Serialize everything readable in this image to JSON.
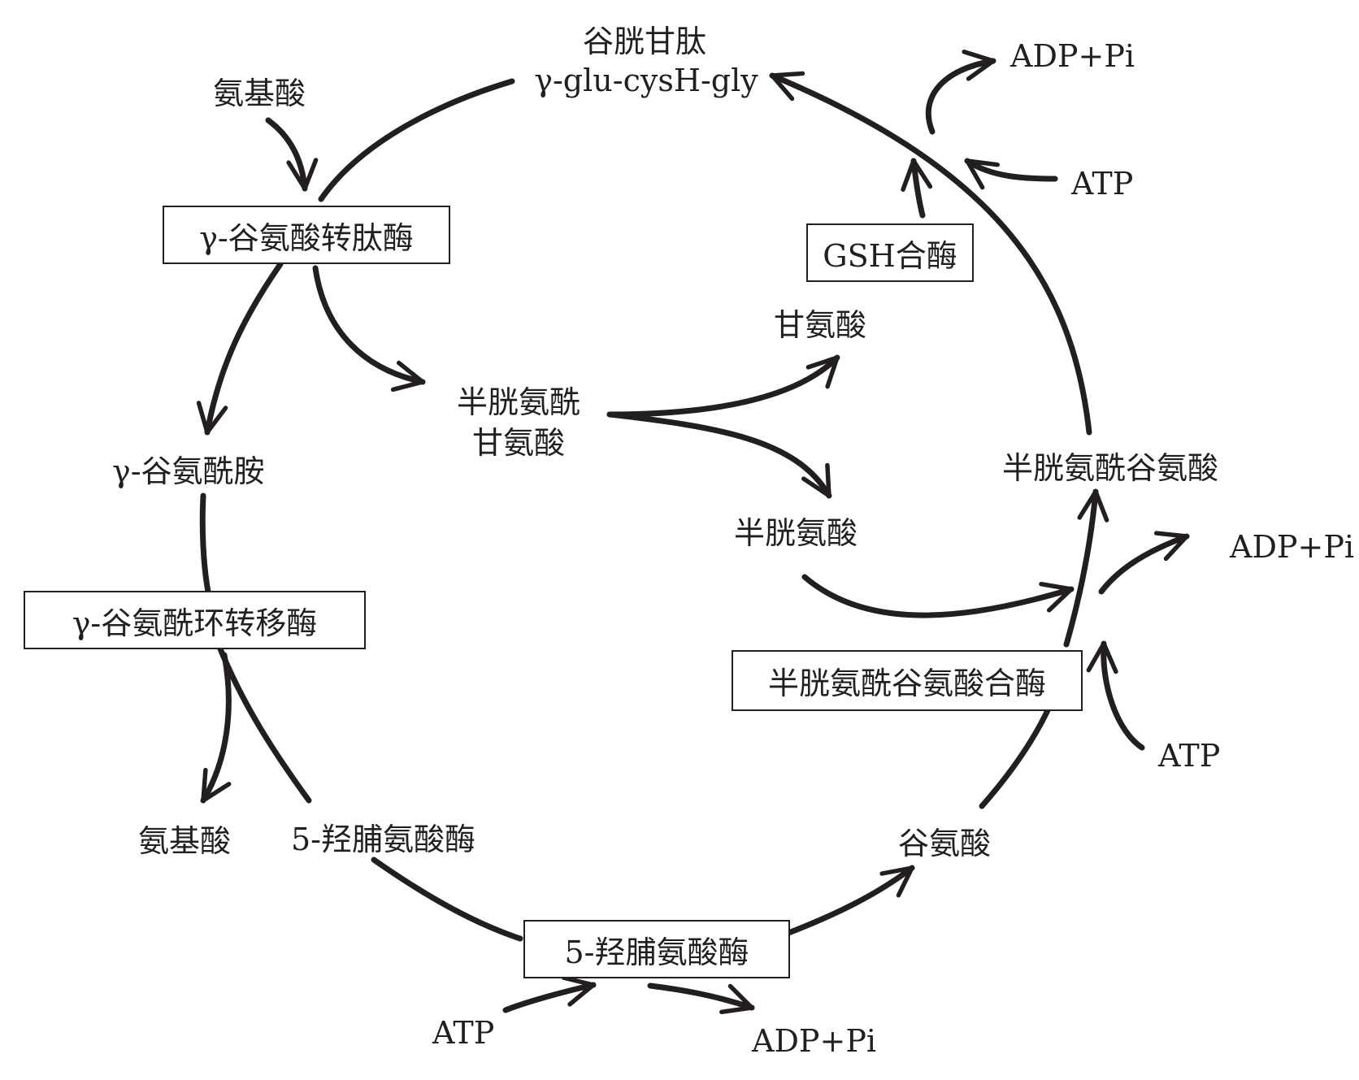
{
  "colors": {
    "ink": "#231f20",
    "background": "#ffffff"
  },
  "nodes": {
    "glutathione_cn": "谷胱甘肽",
    "glutathione_formula": "γ-glu-cysH-gly",
    "amino_acid_in": "氨基酸",
    "gamma_glutamyl_amide": "γ-谷氨酰胺",
    "cysteinyl_glycine_line1": "半胱氨酰",
    "cysteinyl_glycine_line2": "甘氨酸",
    "glycine": "甘氨酸",
    "cysteine": "半胱氨酸",
    "gamma_glutamylcysteine": "半胱氨酰谷氨酸",
    "amino_acid_out": "氨基酸",
    "oxoprolinase_label": "5-羟脯氨酸酶",
    "glutamate": "谷氨酸"
  },
  "enzymes": {
    "gamma_glutamyl_transpeptidase": "γ-谷氨酸转肽酶",
    "gsh_synthetase": "GSH合酶",
    "cyclotransferase": "γ-谷氨酰环转移酶",
    "gcs_synthetase": "半胱氨酰谷氨酸合酶",
    "oxoprolinase": "5-羟脯氨酸酶"
  },
  "cofactors": {
    "atp_gsh": "ATP",
    "adp_gsh": "ADP+Pi",
    "atp_gcs": "ATP",
    "adp_gcs": "ADP+Pi",
    "atp_oxo": "ATP",
    "adp_oxo": "ADP+Pi"
  }
}
